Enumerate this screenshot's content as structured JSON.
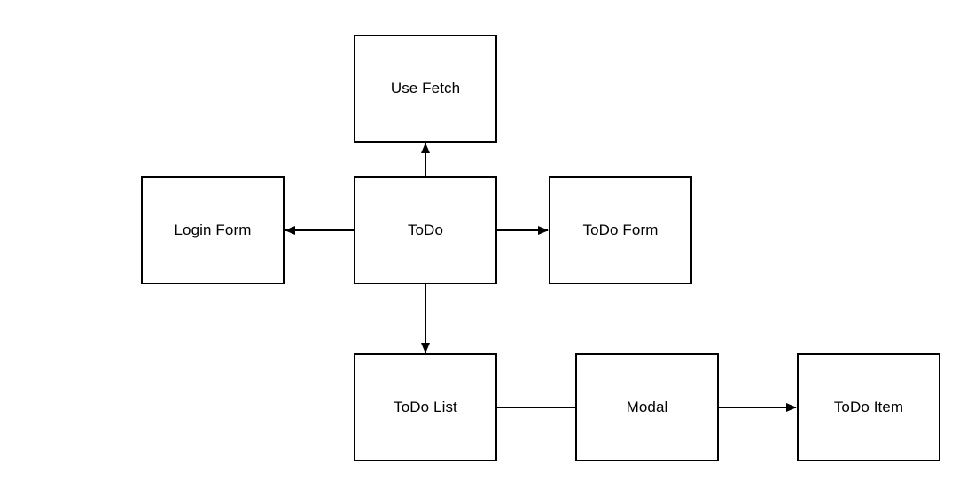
{
  "diagram": {
    "nodes": {
      "use_fetch": "Use Fetch",
      "login_form": "Login Form",
      "todo": "ToDo",
      "todo_form": "ToDo Form",
      "todo_list": "ToDo List",
      "modal": "Modal",
      "todo_item": "ToDo Item"
    },
    "edges": [
      {
        "from": "todo",
        "to": "use_fetch",
        "arrow": true
      },
      {
        "from": "todo",
        "to": "login_form",
        "arrow": true
      },
      {
        "from": "todo",
        "to": "todo_form",
        "arrow": true
      },
      {
        "from": "todo",
        "to": "todo_list",
        "arrow": true
      },
      {
        "from": "todo_list",
        "to": "modal",
        "arrow": false
      },
      {
        "from": "modal",
        "to": "todo_item",
        "arrow": true
      }
    ],
    "colors": {
      "stroke": "#000000",
      "background": "#ffffff"
    }
  }
}
